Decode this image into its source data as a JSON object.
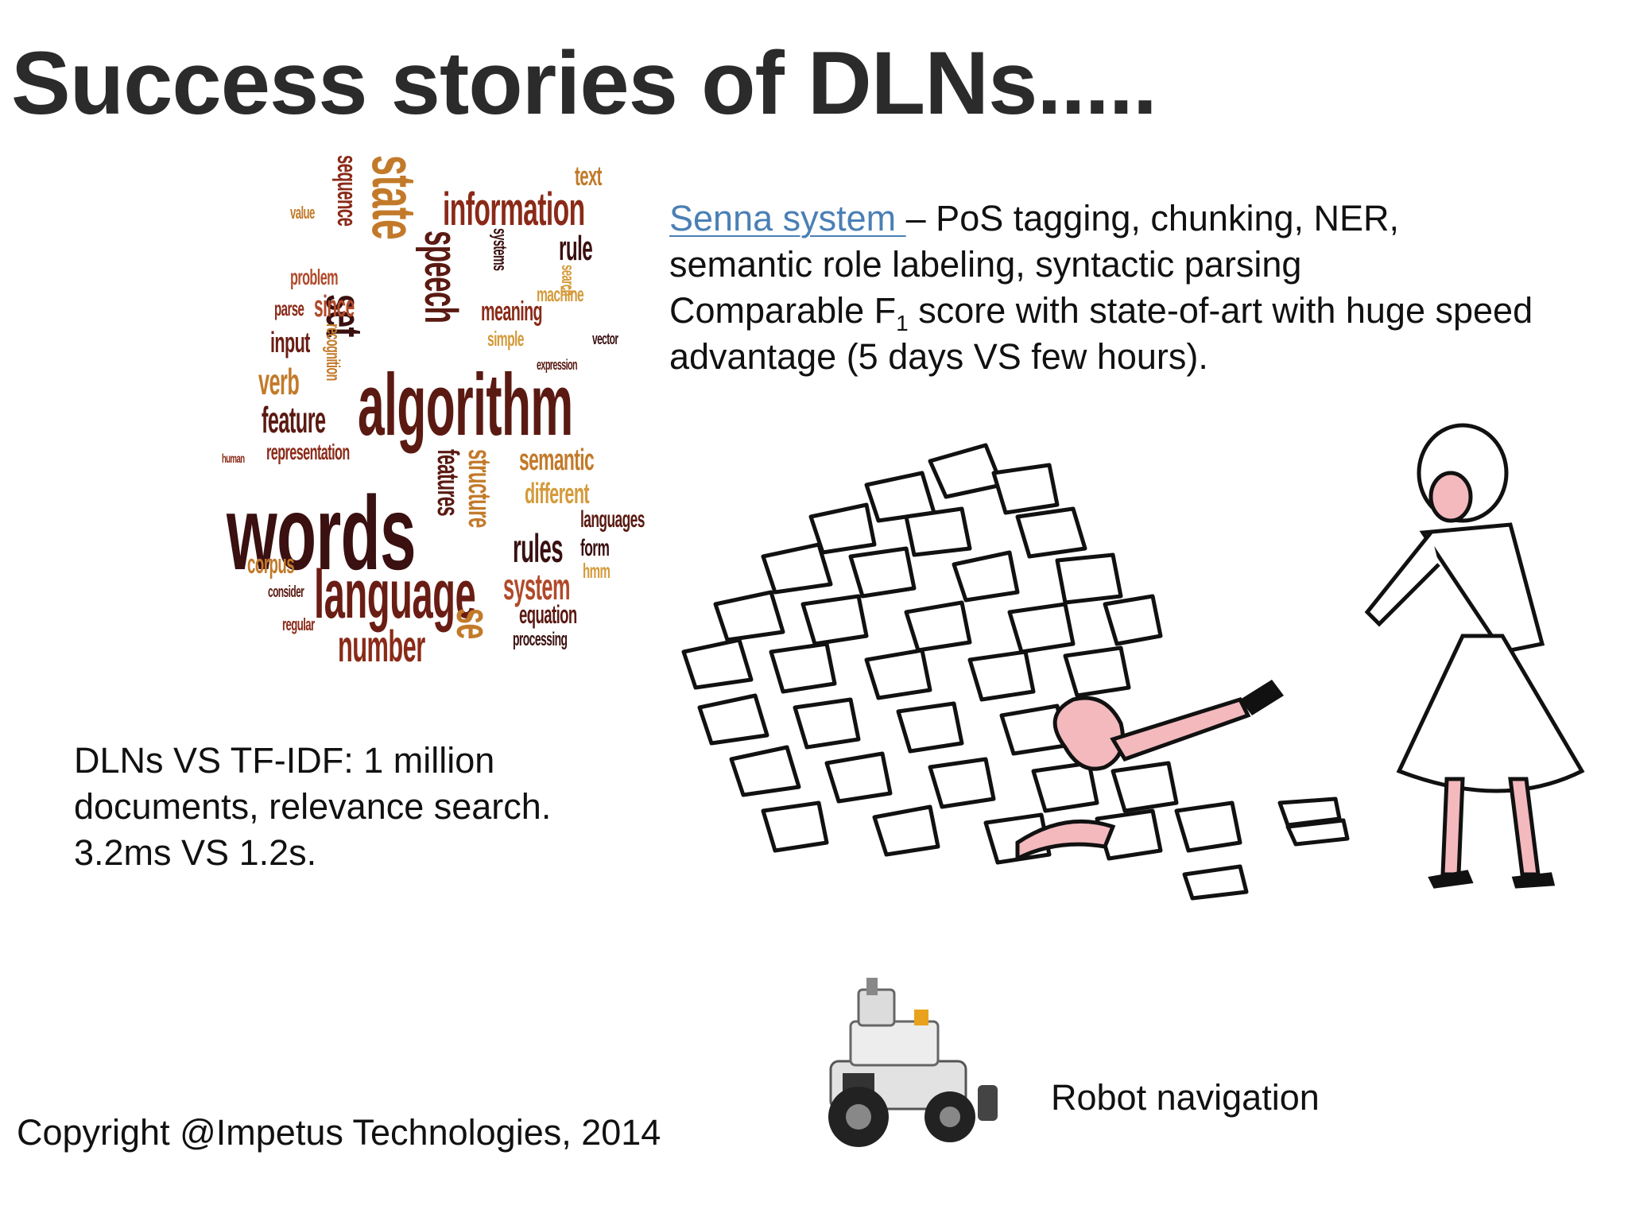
{
  "title": "Success stories of DLNs.....",
  "senna": {
    "link_text": "Senna system ",
    "line1_rest": "– PoS tagging, chunking, NER,",
    "line2": "semantic role labeling, syntactic parsing",
    "line3_pre": "Comparable F",
    "line3_sub": "1",
    "line3_post": " score with state-of-art with huge speed",
    "line4": "advantage (5 days VS few hours)."
  },
  "tfidf": {
    "line1": "DLNs VS TF-IDF: 1 million",
    "line2": "documents, relevance search.",
    "line3": "3.2ms VS 1.2s."
  },
  "robot_label": "Robot navigation",
  "copyright": "Copyright @Impetus Technologies, 2014",
  "wordcloud": {
    "words": [
      {
        "text": "words",
        "color": "#3a1010"
      },
      {
        "text": "algorithm",
        "color": "#5a1a12"
      },
      {
        "text": "language",
        "color": "#6a1d14"
      },
      {
        "text": "state",
        "color": "#c27a2a"
      },
      {
        "text": "set",
        "color": "#3a1010"
      },
      {
        "text": "information",
        "color": "#8a2a18"
      },
      {
        "text": "speech",
        "color": "#5a1a12"
      },
      {
        "text": "number",
        "color": "#8a2a18"
      },
      {
        "text": "structure",
        "color": "#c27a2a"
      },
      {
        "text": "features",
        "color": "#5a1a12"
      },
      {
        "text": "rules",
        "color": "#3a1010"
      },
      {
        "text": "system",
        "color": "#b04a2a"
      },
      {
        "text": "semantic",
        "color": "#c27a2a"
      },
      {
        "text": "different",
        "color": "#d49a3a"
      },
      {
        "text": "feature",
        "color": "#5a1a12"
      },
      {
        "text": "verb",
        "color": "#c27a2a"
      },
      {
        "text": "input",
        "color": "#6a1d14"
      },
      {
        "text": "sequence",
        "color": "#8a2a18"
      },
      {
        "text": "meaning",
        "color": "#8a2a18"
      },
      {
        "text": "rule",
        "color": "#3a1010"
      },
      {
        "text": "text",
        "color": "#c27a2a"
      },
      {
        "text": "corpus",
        "color": "#c27a2a"
      },
      {
        "text": "equation",
        "color": "#5a1a12"
      },
      {
        "text": "processing",
        "color": "#3a1010"
      },
      {
        "text": "representation",
        "color": "#8a2a18"
      },
      {
        "text": "problem",
        "color": "#b04a2a"
      },
      {
        "text": "since",
        "color": "#b04a2a"
      },
      {
        "text": "parse",
        "color": "#8a2a18"
      },
      {
        "text": "languages",
        "color": "#5a1a12"
      },
      {
        "text": "form",
        "color": "#3a1010"
      },
      {
        "text": "machine",
        "color": "#d49a3a"
      },
      {
        "text": "simple",
        "color": "#d49a3a"
      },
      {
        "text": "systems",
        "color": "#3a1010"
      },
      {
        "text": "regular",
        "color": "#8a2a18"
      },
      {
        "text": "consider",
        "color": "#5a1a12"
      },
      {
        "text": "hmm",
        "color": "#d49a3a"
      },
      {
        "text": "search",
        "color": "#d49a3a"
      },
      {
        "text": "value",
        "color": "#c27a2a"
      },
      {
        "text": "vector",
        "color": "#3a1010"
      },
      {
        "text": "recognition",
        "color": "#c27a2a"
      },
      {
        "text": "expression",
        "color": "#5a1a12"
      },
      {
        "text": "human",
        "color": "#8a2a18"
      },
      {
        "text": "se",
        "color": "#c27a2a"
      }
    ]
  }
}
